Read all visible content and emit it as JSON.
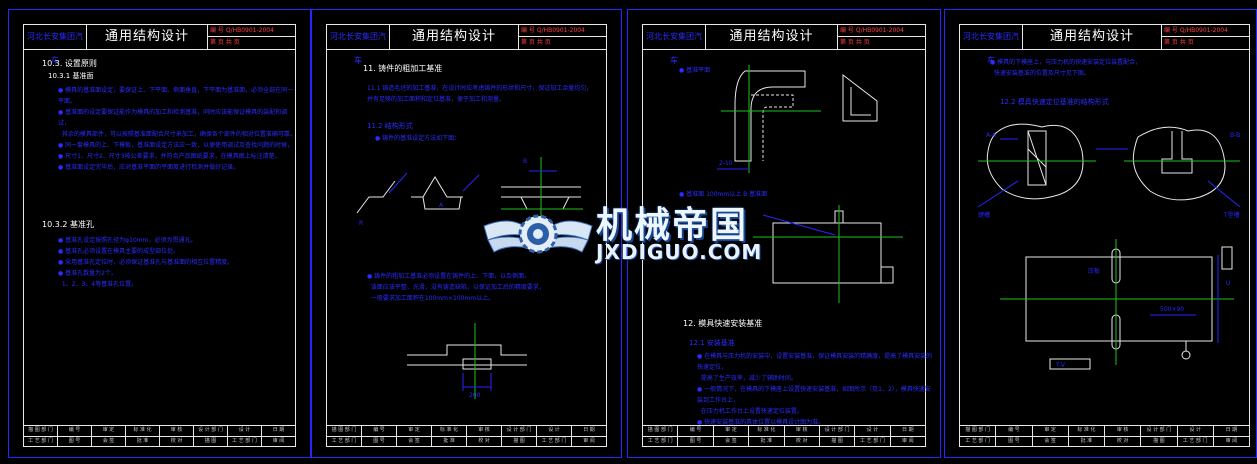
{
  "sheet_header": {
    "company": "河北长安集团汽车",
    "title": "通用结构设计",
    "doc_label": "编 号",
    "doc_no": "Q/HB0901-2004",
    "page_label": "第 页 共 页"
  },
  "footer": {
    "row1": [
      "描 图 部 门",
      "编 号",
      "审 定",
      "标 准 化",
      "审 核",
      "设 计 部 门",
      "设 计",
      "日 期"
    ],
    "row2": [
      "工 艺 部 门",
      "图 号",
      "会 签",
      "批 准",
      "校 对",
      "描 图",
      "工 艺 部 门",
      "审 阅"
    ]
  },
  "sheet1": {
    "sec": "10.3. 设置原则",
    "sub1": "10.3.1 基准面",
    "bullets1": [
      "模具的基准面设定，要保证上、下平面、侧面垂直，下平面为基准面，必须全部在同一平面。",
      "基准面的设定要保证能作为模具的加工和检测基准，同时应该能保证模具的装配和调试，",
      "其余的模具部件，可以按照基准面配合尺寸来加工，确保各个部件的相对位置准确可靠。",
      "同一套模具的上、下模板，基准面设定方法应一致，以便使用调试及查找问题的时候，",
      "尺寸1、尺寸2、尺寸3按公差要求，并符合产品图纸要求，在模具图上标注清楚。",
      "基准面设定完毕后，应对基准平面的平面度进行检测并做好记录。"
    ],
    "sub2": "10.3.2 基准孔",
    "bullets2": [
      "基准孔设定按照孔径为φ10mm，必须为贯通孔。",
      "基准孔必须设置在模具主要的成型部位处。",
      "采用基准孔定位时，必须保证基准孔与基准面的相互位置精度。",
      "基准孔数量为2个。",
      "1、2、3、4等基准孔位置。"
    ]
  },
  "sheet2": {
    "sec": "11. 铸件的粗加工基准",
    "p1": "11.1 铸造毛坯的加工基准，在设计时应考虑铸件的形状和尺寸，保证加工余量均匀，",
    "p1b": "并有足够的加工面积和定位基准，便于加工和测量。",
    "sub": "11.2 结构形式",
    "b1": "铸件的基准设定方法如下图：",
    "p2": "铸件的粗加工基准必须设置在铸件的上、下面，以及侧面，",
    "p2b": "该面应该平整、光滑，没有铸造缺陷，以保证加工后的精度要求，",
    "p2c": "一般要求加工面积在100mm×100mm以上。",
    "dims": [
      "R",
      "B",
      "A",
      "△",
      "200"
    ]
  },
  "sheet3": {
    "b1": "基准平面",
    "dim1": "2-10",
    "b2": "基准面 100mm以上 B 基准面",
    "sec": "12. 模具快速安装基准",
    "sub": "12.1 安装基准",
    "bullets": [
      "在模具与压力机的安装中，设置安装基准，保证模具安装的精确度，提高了模具安装的快速定位，",
      "提高了生产效率，减少了辅助时间。",
      "一般情况下，在模具的下模座上设置快速安装基准，如图所示（见1、2），模具快速安装到工作台上，",
      "在压力机工作台上设置快速定位装置。",
      "快速安装基准的具体位置以模具设计图为准。"
    ]
  },
  "sheet4": {
    "b1": "模具的下模座上，与压力机的快速安装定位装置配合，",
    "b1b": "快速安装基准的位置及尺寸见下图。",
    "sub": "12.2 模具快速定位基准的结构形式",
    "labels": [
      "A-A",
      "B-B",
      "键槽",
      "T型槽",
      "压板",
      "500×90",
      "U",
      "T-V"
    ]
  },
  "watermark": {
    "cn": "机械帝国",
    "en": "JXDIGUO.COM"
  }
}
